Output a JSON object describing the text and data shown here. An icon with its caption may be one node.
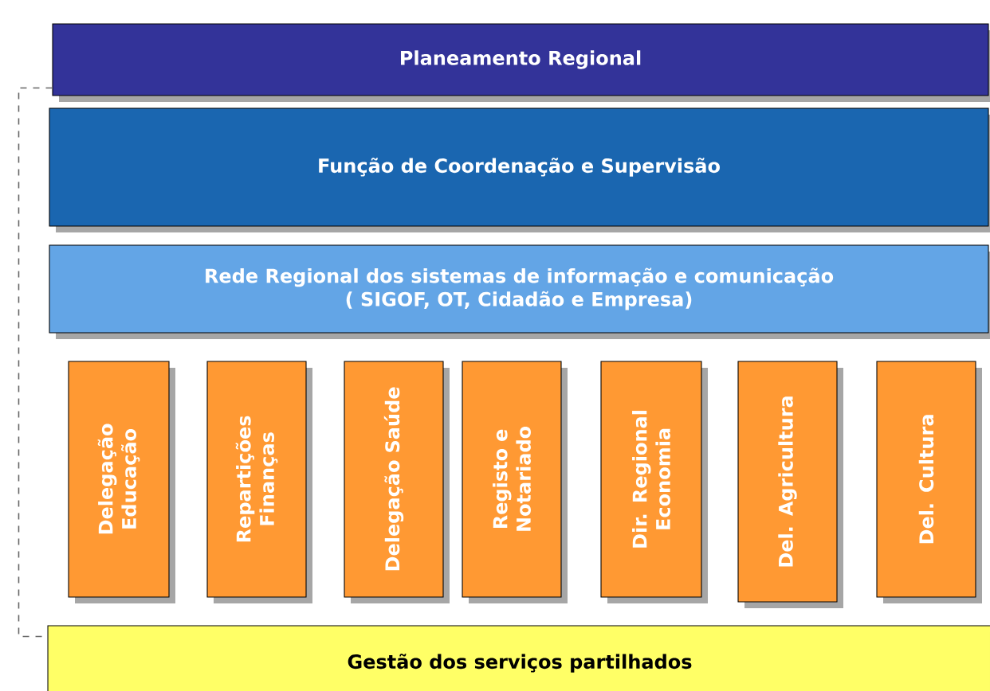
{
  "diagram": {
    "nodes": [
      {
        "text": [
          "Planeamento Regional"
        ]
      },
      {
        "text": [
          "Função de Coordenação e Supervisão"
        ]
      },
      {
        "text": [
          "Rede Regional dos sistemas de informação e comunicação",
          "( SIGOF, OT, Cidadão e Empresa)"
        ]
      },
      {
        "text": [
          "Delegação Educação"
        ]
      },
      {
        "text": [
          "Repartições Finanças"
        ]
      },
      {
        "text": [
          "Delegação Saúde"
        ]
      },
      {
        "text": [
          "Registo e Notariado"
        ]
      },
      {
        "text": [
          "Dir. Regional Economia"
        ]
      },
      {
        "text": [
          "Del. Agricultura"
        ]
      },
      {
        "text": [
          "Del. Cultura"
        ]
      },
      {
        "text": [
          "Gestão dos serviços partilhados"
        ]
      }
    ],
    "edges": [
      {
        "from": 0,
        "to": 10,
        "arrow": "none",
        "style": "dashed"
      }
    ]
  }
}
